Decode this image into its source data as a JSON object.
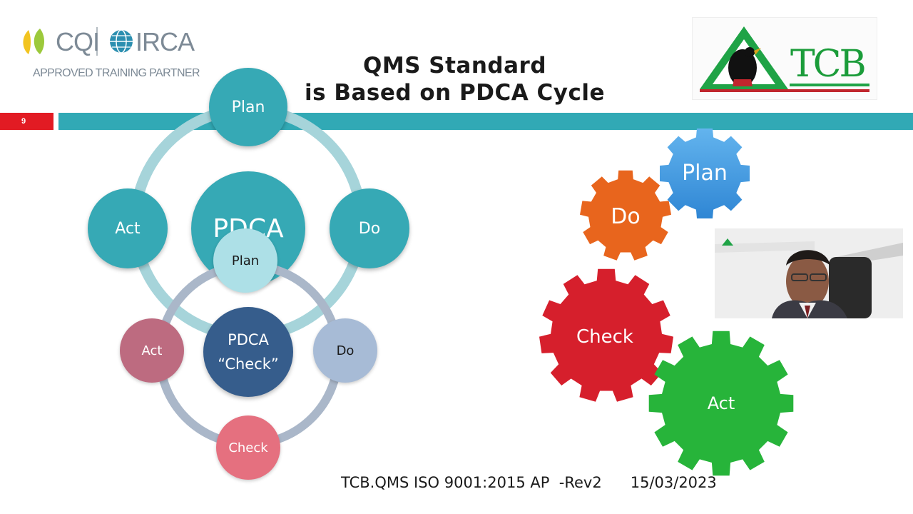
{
  "header": {
    "cqi_label": "CQI",
    "irca_label": "IRCA",
    "partner_label": "APPROVED TRAINING PARTNER",
    "title_line1": "QMS Standard",
    "title_line2": "is Based on PDCA Cycle",
    "tcb_label": "TCB",
    "slide_number": "9"
  },
  "diagram_outer": {
    "center": "PDCA",
    "plan": "Plan",
    "do": "Do",
    "act": "Act"
  },
  "diagram_inner": {
    "plan": "Plan",
    "center_line1": "PDCA",
    "center_line2": "“Check”",
    "do": "Do",
    "act": "Act",
    "check": "Check"
  },
  "gears": {
    "plan": "Plan",
    "do": "Do",
    "check": "Check",
    "act": "Act"
  },
  "footer": {
    "text": "TCB.QMS ISO 9001:2015 AP  -Rev2      15/03/2023"
  },
  "colors": {
    "teal": "#36a9b5",
    "band_red": "#e21b23",
    "gear_plan": "#3f9be0",
    "gear_do": "#e8651d",
    "gear_check": "#d61f2c",
    "gear_act": "#27b43a"
  }
}
